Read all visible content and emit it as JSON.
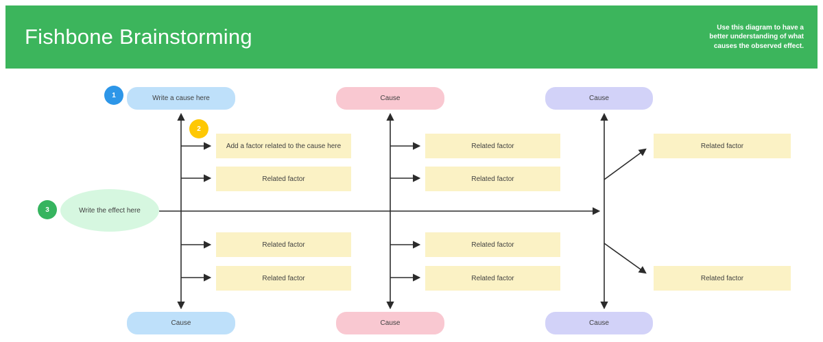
{
  "header": {
    "title": "Fishbone Brainstorming",
    "note_line1": "Use this diagram to have a",
    "note_line2": "better understanding of what",
    "note_line3": "causes the observed effect."
  },
  "steps": [
    {
      "number": "1",
      "color": "#2d96e8"
    },
    {
      "number": "2",
      "color": "#fec803"
    },
    {
      "number": "3",
      "color": "#36b45f"
    }
  ],
  "effect": {
    "label": "Write the effect here"
  },
  "branches": {
    "left": {
      "top_cause": "Write a cause here",
      "bottom_cause": "Cause",
      "factors": [
        "Add a factor related to the cause here",
        "Related factor",
        "Related factor",
        "Related factor"
      ]
    },
    "middle": {
      "top_cause": "Cause",
      "bottom_cause": "Cause",
      "factors": [
        "Related factor",
        "Related factor",
        "Related factor",
        "Related factor"
      ]
    },
    "right": {
      "top_cause": "Cause",
      "bottom_cause": "Cause",
      "factors": [
        "Related factor",
        "Related factor"
      ]
    }
  },
  "colors": {
    "header_green": "#3cb55c",
    "cause_blue": "#bee0fa",
    "cause_pink": "#f9c8d1",
    "cause_purple": "#d2d2f8",
    "factor_yellow": "#fbf2c5",
    "effect_green": "#d6f7e0",
    "connector_line": "#2b2b2b"
  }
}
